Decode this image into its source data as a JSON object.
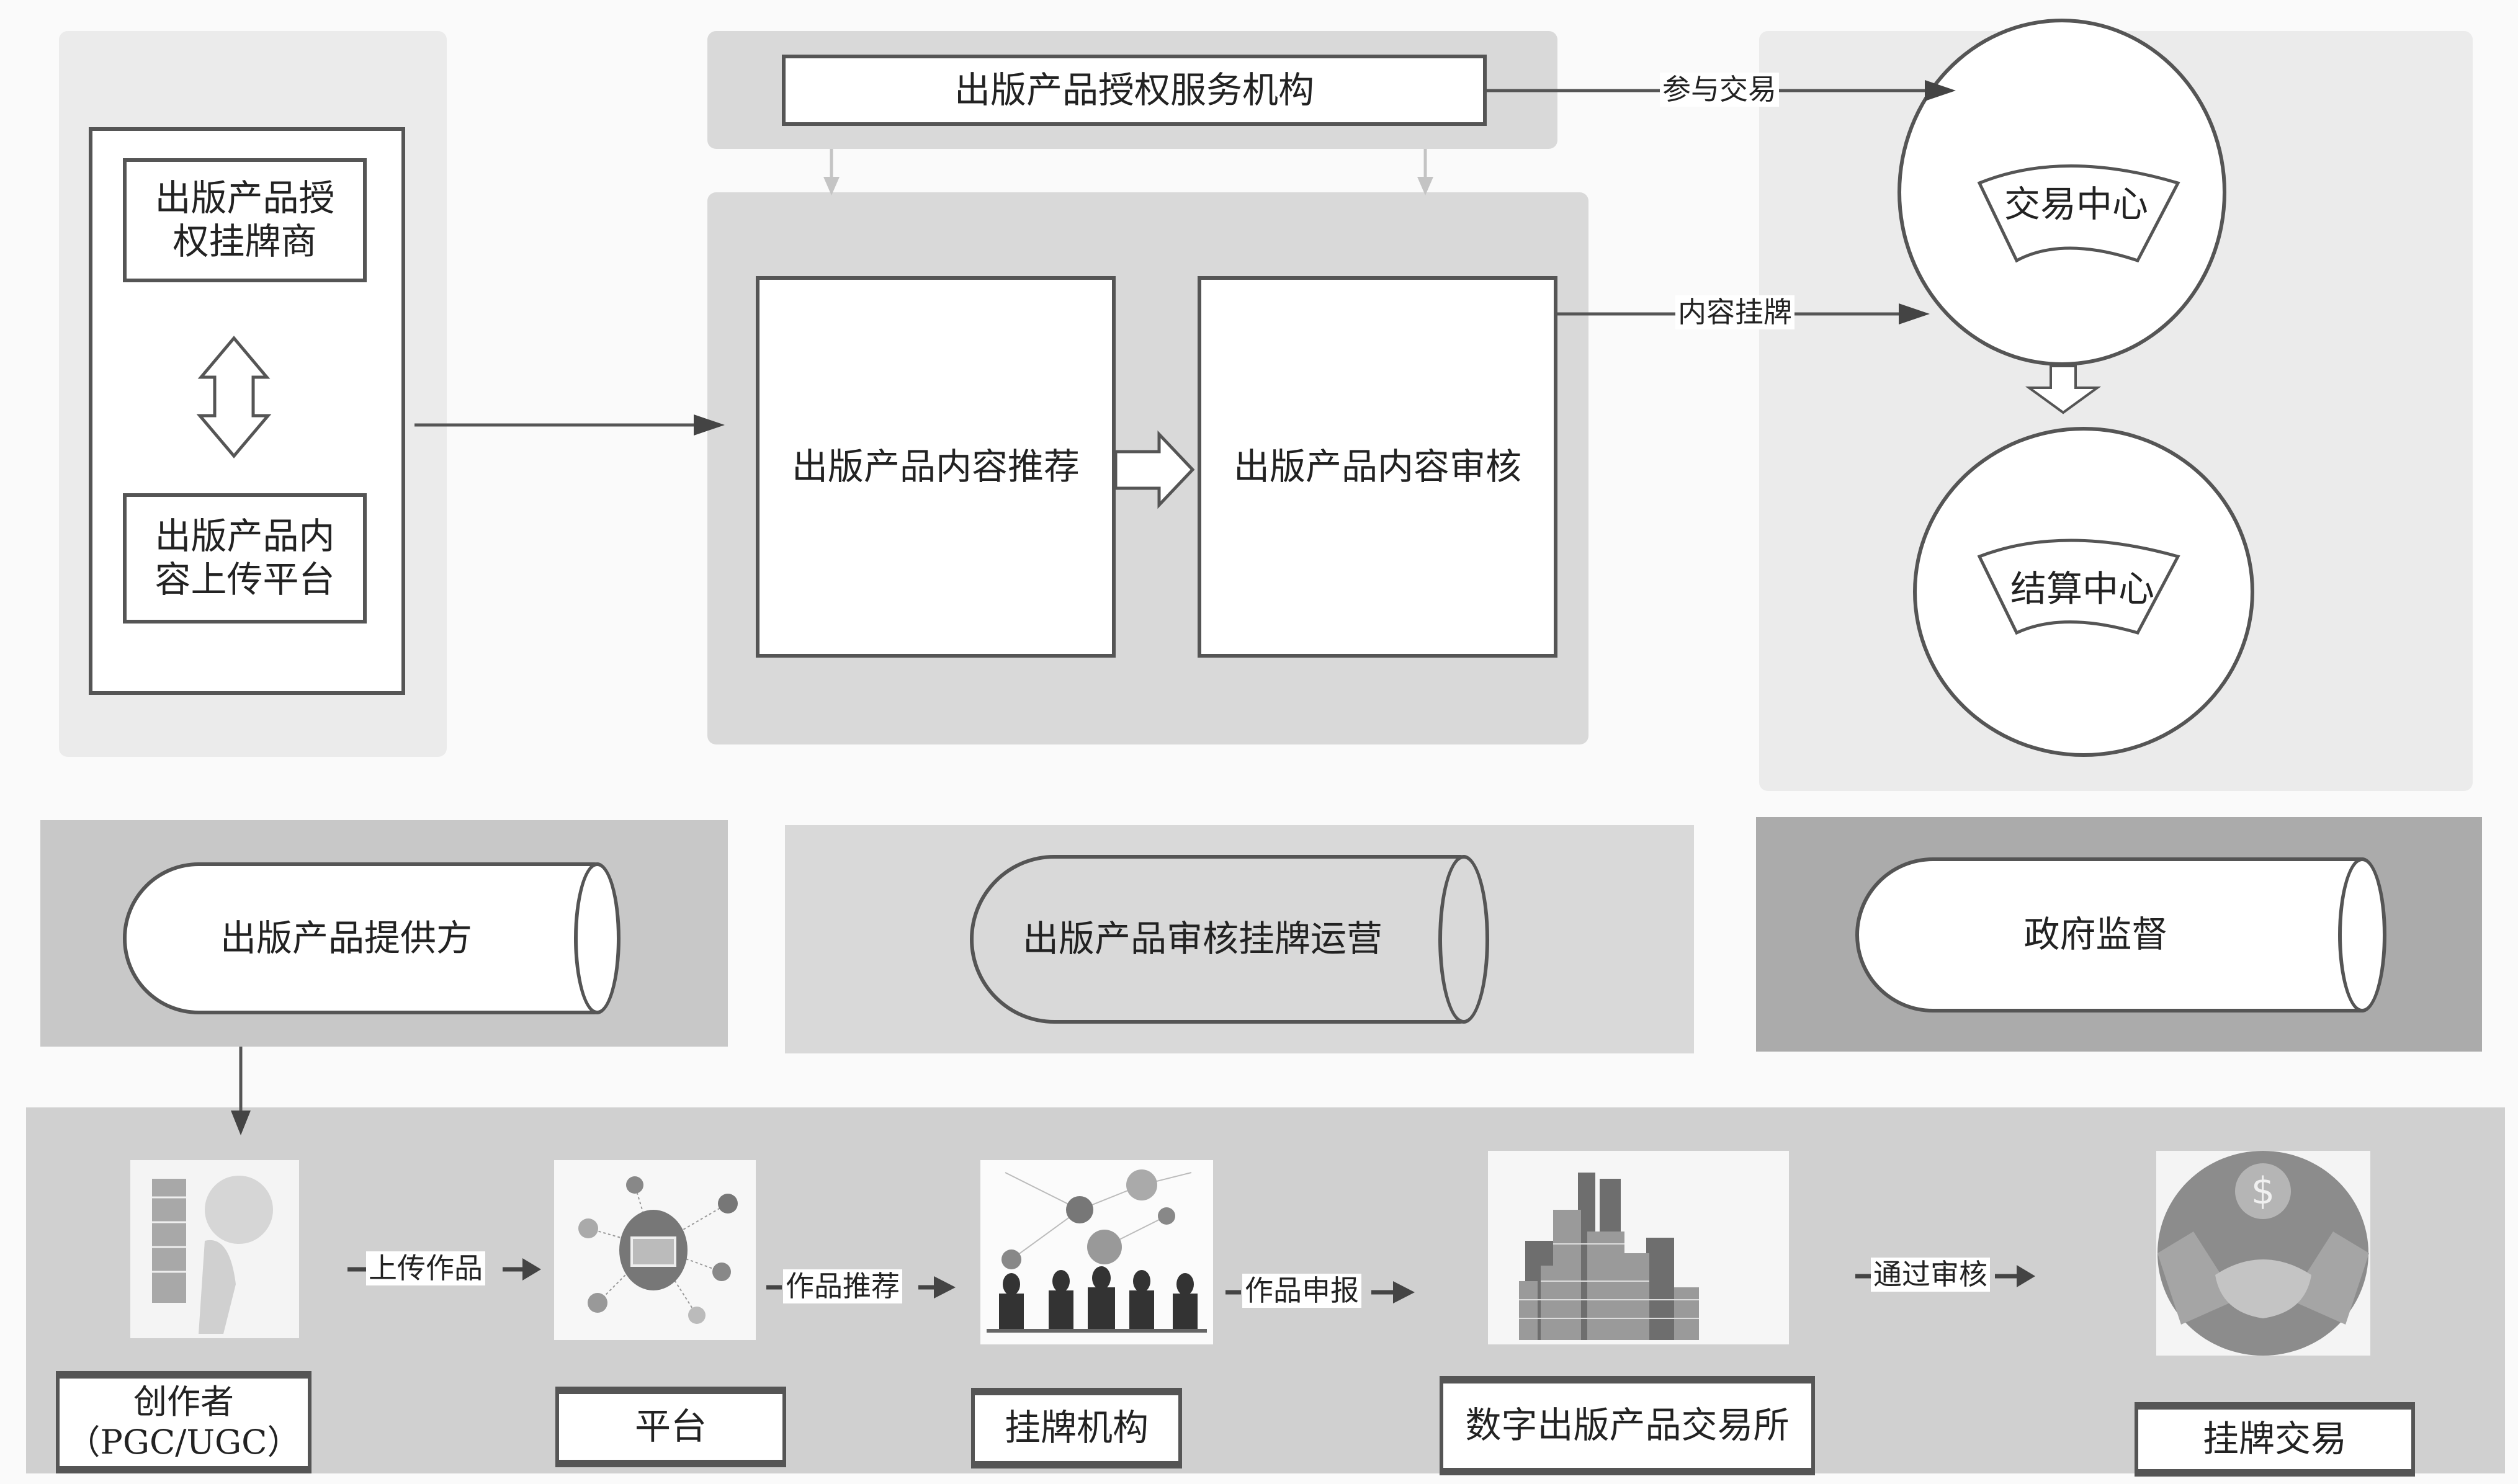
{
  "top_section": {
    "provider_box": {
      "upper": "出版产品授权挂牌商",
      "lower": "出版产品内容上传平台"
    },
    "authorization_service": "出版产品授权服务机构",
    "content_recommend": "出版产品内容推荐",
    "content_review": "出版产品内容审核",
    "edge_labels": {
      "participate_trade": "参与交易",
      "content_listing": "内容挂牌"
    },
    "trading_center": "交易中心",
    "settlement_center": "结算中心"
  },
  "roles": {
    "provider": "出版产品提供方",
    "operator": "出版产品审核挂牌运营",
    "government": "政府监督"
  },
  "flow": {
    "steps": [
      {
        "icon": "creator-carrying-books-icon",
        "caption": "创作者\n（PGC/UGC）"
      },
      {
        "icon": "platform-network-icon",
        "caption": "平台"
      },
      {
        "icon": "listing-agency-meeting-icon",
        "caption": "挂牌机构"
      },
      {
        "icon": "city-buildings-icon",
        "caption": "数字出版产品交易所"
      },
      {
        "icon": "handshake-dollar-icon",
        "caption": "挂牌交易"
      }
    ],
    "arrows": [
      "上传作品",
      "作品推荐",
      "作品申报",
      "通过审核"
    ]
  },
  "colors": {
    "panel_light": "#ebebeb",
    "panel_mid": "#d9d9d9",
    "panel_provider": "#c8c8c8",
    "panel_gov": "#ababab",
    "panel_bottom": "#d0d0d0",
    "stroke": "#555555"
  }
}
